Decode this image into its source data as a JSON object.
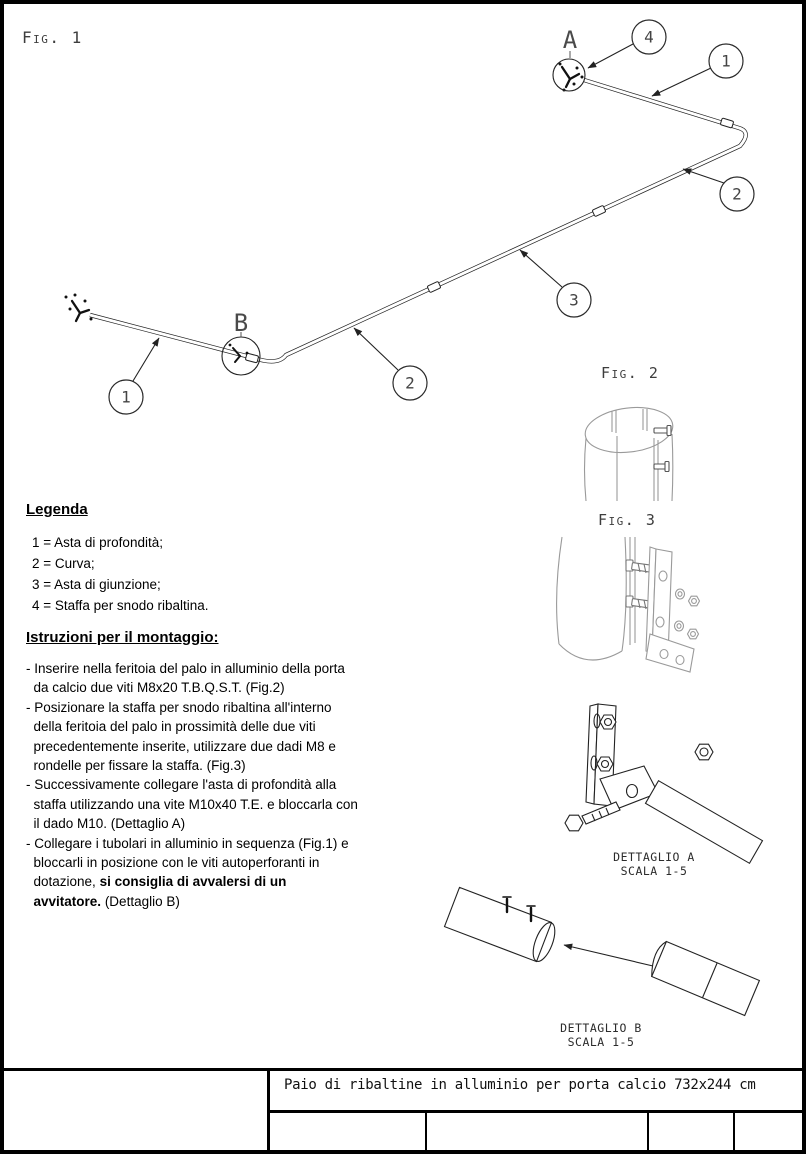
{
  "labels": {
    "fig1": "Fig. 1",
    "fig2": "Fig. 2",
    "fig3": "Fig. 3",
    "detail_a_line1": "DETTAGLIO A",
    "detail_a_line2": "SCALA 1-5",
    "detail_b_line1": "DETTAGLIO B",
    "detail_b_line2": "SCALA 1-5"
  },
  "fig1": {
    "point_a": "A",
    "point_b": "B",
    "callouts": {
      "staffa": "4",
      "asta_top": "1",
      "curva_top": "2",
      "giunzione": "3",
      "curva_bottom": "2",
      "asta_bottom": "1"
    }
  },
  "legend": {
    "title": "Legenda",
    "items": [
      "1 = Asta di profondità;",
      "2 = Curva;",
      "3 = Asta di giunzione;",
      "4 = Staffa per snodo ribaltina."
    ]
  },
  "instructions": {
    "title": "Istruzioni per il montaggio:",
    "lines": [
      [
        {
          "t": "- Inserire nella feritoia del palo in alluminio della porta"
        }
      ],
      [
        {
          "t": "  da calcio due viti M8x20 T.B.Q.S.T. (Fig.2)"
        }
      ],
      [
        {
          "t": "- Posizionare la staffa per snodo ribaltina all'interno"
        }
      ],
      [
        {
          "t": "  della feritoia del palo in prossimità delle due viti"
        }
      ],
      [
        {
          "t": "  precedentemente inserite, utilizzare due dadi M8 e"
        }
      ],
      [
        {
          "t": "  rondelle per fissare la staffa. (Fig.3)"
        }
      ],
      [
        {
          "t": "- Successivamente collegare l'asta di profondità alla"
        }
      ],
      [
        {
          "t": "  staffa utilizzando una vite M10x40 T.E. e bloccarla con"
        }
      ],
      [
        {
          "t": "  il dado M10. (Dettaglio A)"
        }
      ],
      [
        {
          "t": "- Collegare i tubolari in alluminio in sequenza (Fig.1) e"
        }
      ],
      [
        {
          "t": "  bloccarli in posizione con le viti autoperforanti in"
        }
      ],
      [
        {
          "t": "  dotazione, "
        },
        {
          "t": "si consiglia di avvalersi di un",
          "b": true
        }
      ],
      [
        {
          "t": "  "
        },
        {
          "t": "avvitatore.",
          "b": true
        },
        {
          "t": " (Dettaglio B)"
        }
      ]
    ]
  },
  "title_block": {
    "title": "Paio di ribaltine in alluminio per porta calcio 732x244 cm"
  },
  "colors": {
    "drawing_line": "#222222",
    "light_line": "#9a9a9a",
    "text": "#000000"
  }
}
